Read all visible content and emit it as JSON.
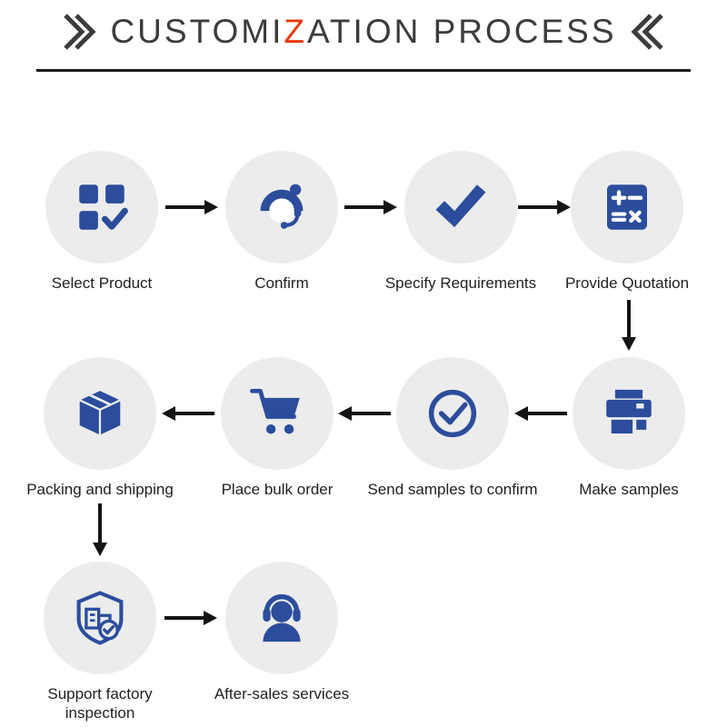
{
  "title": {
    "prefix": "CUSTOMI",
    "highlight": "Z",
    "suffix": "ATION PROCESS",
    "highlight_color": "#e8380d"
  },
  "colors": {
    "icon_blue": "#2b4d9c",
    "circle_background": "#ececec",
    "arrow_black": "#141414",
    "title_gray": "#3c3c3c"
  },
  "steps": [
    {
      "label": "Select Product",
      "icon": "product-grid-check-icon"
    },
    {
      "label": "Confirm",
      "icon": "customer-service-agent-icon"
    },
    {
      "label": "Specify Requirements",
      "icon": "checkmark-icon"
    },
    {
      "label": "Provide Quotation",
      "icon": "calculator-icon"
    },
    {
      "label": "Make samples",
      "icon": "printer-icon"
    },
    {
      "label": "Send samples to confirm",
      "icon": "circle-check-icon"
    },
    {
      "label": "Place bulk order",
      "icon": "shopping-cart-icon"
    },
    {
      "label": "Packing and shipping",
      "icon": "package-box-icon"
    },
    {
      "label": "Support factory inspection",
      "icon": "factory-inspection-icon"
    },
    {
      "label": "After-sales services",
      "icon": "headset-support-icon"
    }
  ]
}
